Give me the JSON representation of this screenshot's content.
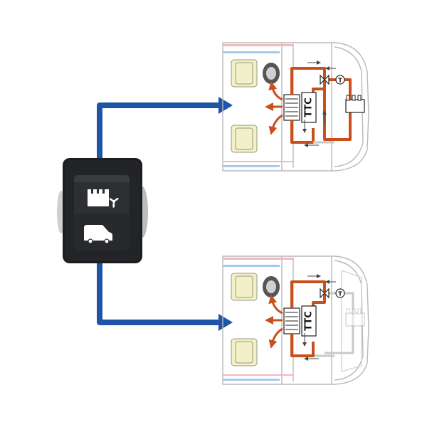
{
  "colors": {
    "connector_blue": "#1f55a8",
    "pipe_active": "#c8501c",
    "pipe_inactive": "#c9c9c9",
    "seat_fill": "#f1f0c8",
    "switch_body": "#1c1d1f",
    "switch_rocker": "#2b2c2f",
    "switch_icon": "#ffffff"
  },
  "switch": {
    "upper_position_icon": "rear-heater-fan-icon",
    "lower_position_icon": "van-icon"
  },
  "schematics": [
    {
      "mode": "full-circuit",
      "heat_exchanger_label": "TTC",
      "thermostat_label": "T",
      "rear_heater_active": true
    },
    {
      "mode": "front-only-circuit",
      "heat_exchanger_label": "TTC",
      "thermostat_label": "T",
      "rear_heater_active": false
    }
  ]
}
